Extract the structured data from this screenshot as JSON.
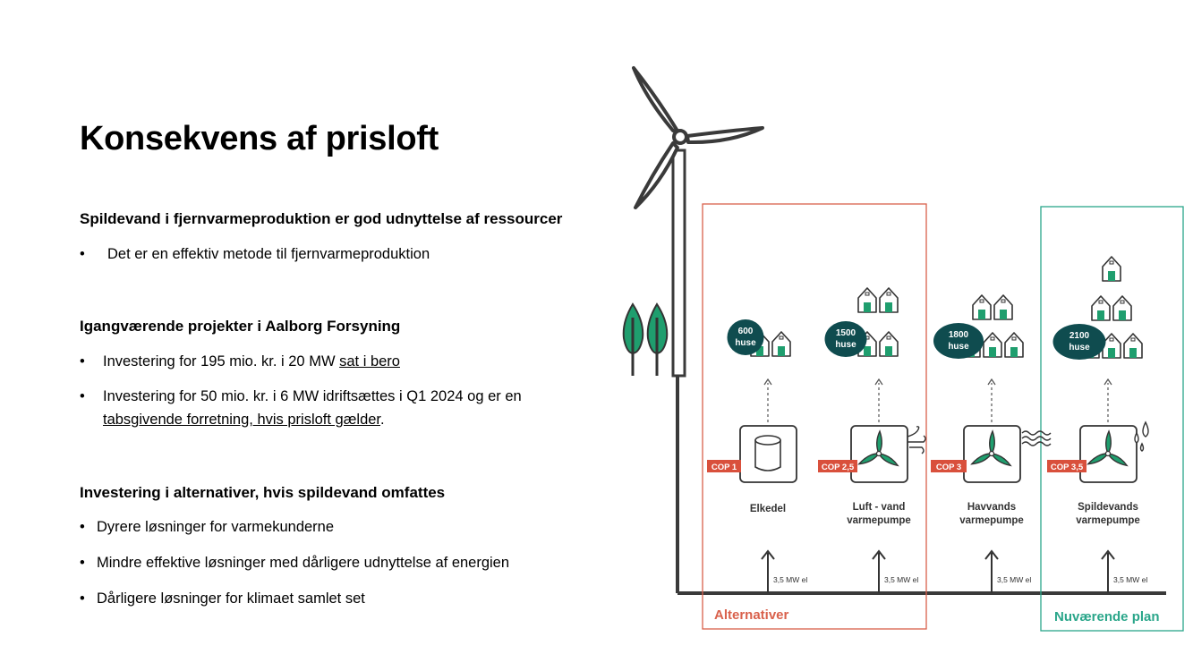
{
  "title": "Konsekvens af prisloft",
  "section1": {
    "heading": "Spildevand i fjernvarmeproduktion er god udnyttelse af ressourcer",
    "bullets": [
      "Det er en effektiv metode til fjernvarmeproduktion"
    ]
  },
  "section2": {
    "heading": "Igangværende projekter i Aalborg Forsyning",
    "bullet1": {
      "pre": "Investering for 195 mio. kr. i 20 MW ",
      "link": "sat i bero"
    },
    "bullet2": {
      "pre": "Investering for 50 mio. kr. i 6 MW idriftsættes i Q1 2024 og er en ",
      "link": "tabsgivende forretning, hvis prisloft gælder",
      "post": "."
    }
  },
  "section3": {
    "heading": "Investering i alternativer, hvis spildevand omfattes",
    "bullets": [
      "Dyrere løsninger for varmekunderne",
      "Mindre effektive løsninger med dårligere udnyttelse af energien",
      "Dårligere løsninger for klimaet samlet set"
    ]
  },
  "diagram": {
    "colors": {
      "alt_box": "#d9614c",
      "plan_box": "#2aa68a",
      "cop_badge": "#d9503c",
      "houses_badge": "#0f4c4f",
      "line": "#3a3a3a",
      "tree": "#1f9e6e"
    },
    "alt_label": "Alternativer",
    "plan_label": "Nuværende plan",
    "columns": [
      {
        "badge_num": "600",
        "badge_unit": "huse",
        "cop": "COP 1",
        "name1": "Elkedel",
        "name2": "",
        "input": "3,5 MW el",
        "icon": "boiler-icon",
        "side_icon": ""
      },
      {
        "badge_num": "1500",
        "badge_unit": "huse",
        "cop": "COP 2,5",
        "name1": "Luft - vand",
        "name2": "varmepumpe",
        "input": "3,5 MW el",
        "icon": "fan-icon",
        "side_icon": "wind-icon"
      },
      {
        "badge_num": "1800",
        "badge_unit": "huse",
        "cop": "COP 3",
        "name1": "Havvands",
        "name2": "varmepumpe",
        "input": "3,5 MW el",
        "icon": "fan-icon",
        "side_icon": "waves-icon"
      },
      {
        "badge_num": "2100",
        "badge_unit": "huse",
        "cop": "COP 3,5",
        "name1": "Spildevands",
        "name2": "varmepumpe",
        "input": "3,5 MW el",
        "icon": "fan-icon",
        "side_icon": "droplets-icon"
      }
    ]
  }
}
